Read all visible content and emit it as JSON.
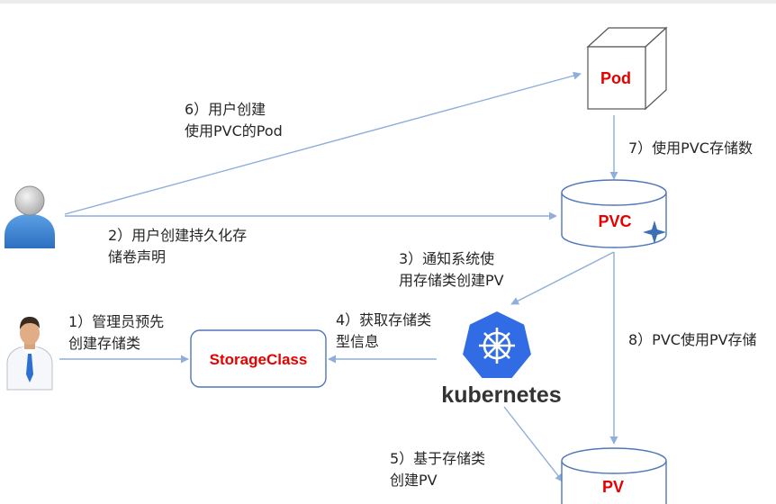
{
  "nodes": {
    "pod": "Pod",
    "pvc": "PVC",
    "pv": "PV",
    "storageclass": "StorageClass",
    "kubernetes": "kubernetes"
  },
  "steps": {
    "s1": [
      "1）管理员预先",
      "创建存储类"
    ],
    "s2": [
      "2）用户创建持久化存",
      "储卷声明"
    ],
    "s3": [
      "3）通知系统使",
      "用存储类创建PV"
    ],
    "s4": [
      "4）获取存储类",
      "型信息"
    ],
    "s5": [
      "5）基于存储类",
      "创建PV"
    ],
    "s6": [
      "6）用户创建",
      "使用PVC的Pod"
    ],
    "s7": "7）使用PVC存储数",
    "s8": "8）PVC使用PV存储"
  },
  "colors": {
    "node_text": "#e60000",
    "arrow": "#8faedb",
    "node_border": "#4f76b8",
    "k8s_blue": "#326ce5",
    "user_blue": "#3c86d6"
  },
  "icons": [
    "user-icon",
    "admin-icon",
    "kubernetes-logo-icon",
    "sparkle-icon"
  ]
}
